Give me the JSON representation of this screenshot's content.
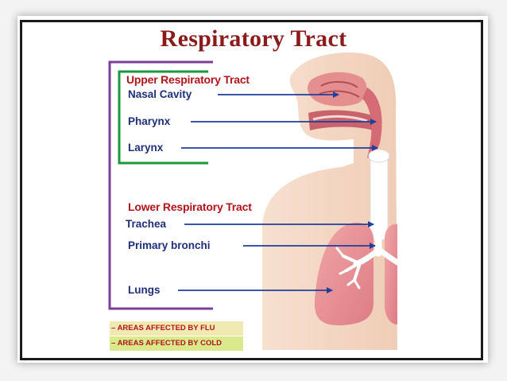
{
  "title": "Respiratory Tract",
  "upper": {
    "heading": "Upper Respiratory Tract",
    "items": [
      "Nasal Cavity",
      "Pharynx",
      "Larynx"
    ]
  },
  "lower": {
    "heading": "Lower Respiratory Tract",
    "items": [
      "Trachea",
      "Primary bronchi",
      "Lungs"
    ]
  },
  "legend": {
    "flu": "– AREAS AFFECTED BY FLU",
    "cold": "– AREAS AFFECTED BY COLD"
  },
  "colors": {
    "title": "#8b1a1a",
    "heading": "#b3141b",
    "label": "#1f2f7a",
    "flu_bracket": "#7b3f98",
    "cold_bracket": "#1a9a3a"
  }
}
